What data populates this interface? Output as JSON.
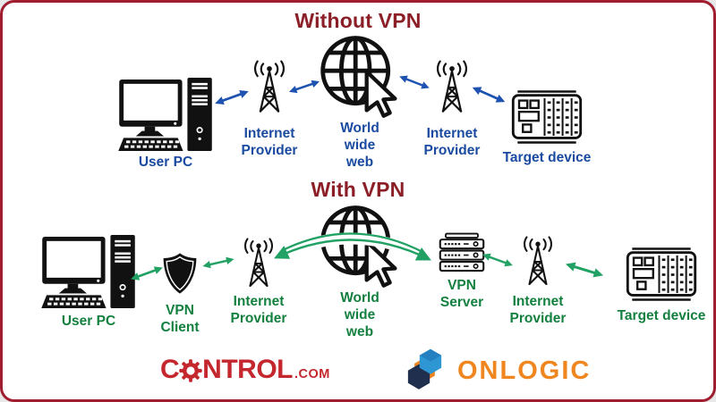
{
  "border_color": "#a01d30",
  "sections": {
    "without_vpn": {
      "title": "Without VPN",
      "title_color": "#8b1e26",
      "label_color": "#1a4ba0",
      "arrow_color": "#1d52b0",
      "nodes": [
        {
          "label": "User PC",
          "icon": "desktop-pc-icon"
        },
        {
          "label": "Internet Provider",
          "icon": "radio-tower-icon"
        },
        {
          "label": "World wide web",
          "icon": "globe-cursor-icon"
        },
        {
          "label": "Internet Provider",
          "icon": "radio-tower-icon"
        },
        {
          "label": "Target device",
          "icon": "plc-device-icon"
        }
      ]
    },
    "with_vpn": {
      "title": "With VPN",
      "title_color": "#8b1e26",
      "label_color": "#14803f",
      "arrow_color": "#22a164",
      "tunnel_arrow_color": "#22a164",
      "nodes": [
        {
          "label": "User PC",
          "icon": "desktop-pc-icon"
        },
        {
          "label": "VPN Client",
          "icon": "shield-icon"
        },
        {
          "label": "Internet Provider",
          "icon": "radio-tower-icon"
        },
        {
          "label": "World wide web",
          "icon": "globe-cursor-icon"
        },
        {
          "label": "VPN Server",
          "icon": "server-rack-icon"
        },
        {
          "label": "Internet Provider",
          "icon": "radio-tower-icon"
        },
        {
          "label": "Target device",
          "icon": "plc-device-icon"
        }
      ]
    }
  },
  "footer": {
    "control_logo": {
      "prefix": "C",
      "letters": "NTROL",
      "suffix": ".COM",
      "color": "#c4272e"
    },
    "onlogic_logo": {
      "text": "ONLOGIC",
      "text_color": "#f0861f",
      "cube_light_blue": "#2e97d3",
      "cube_navy": "#1f2f4d",
      "cube_orange": "#f0861f"
    }
  }
}
